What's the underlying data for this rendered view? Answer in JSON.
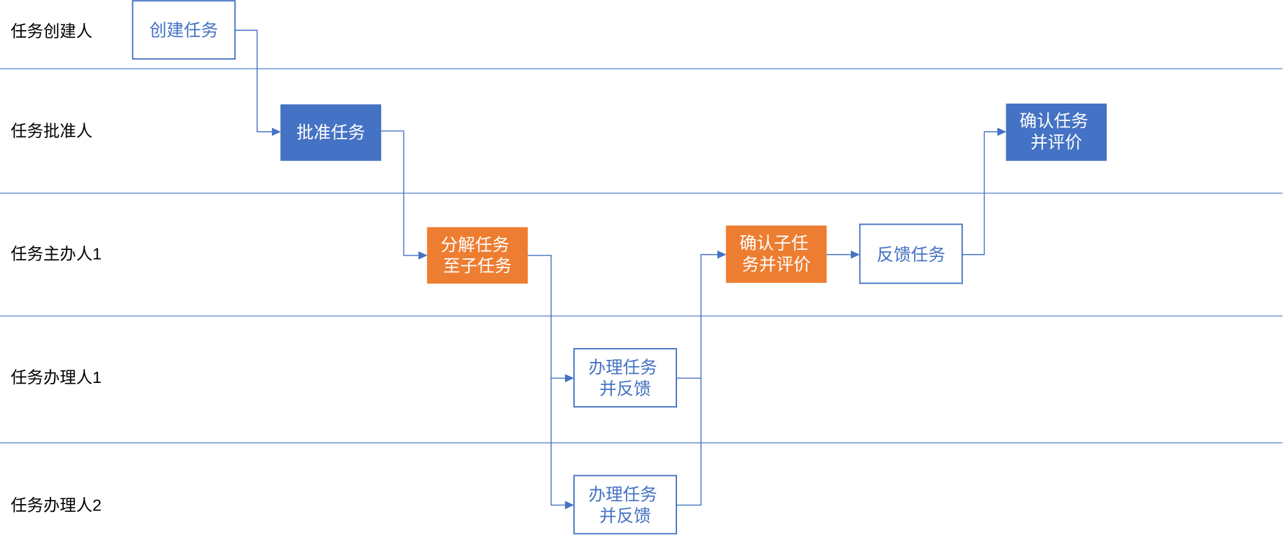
{
  "lanes": [
    {
      "label": "任务创建人"
    },
    {
      "label": "任务批准人"
    },
    {
      "label": "任务主办人1"
    },
    {
      "label": "任务办理人1"
    },
    {
      "label": "任务办理人2"
    }
  ],
  "nodes": {
    "create_task": {
      "lines": [
        "创建任务"
      ],
      "style": "outline"
    },
    "approve_task": {
      "lines": [
        "批准任务"
      ],
      "style": "filled-blue"
    },
    "split_task": {
      "lines": [
        "分解任务",
        "至子任务"
      ],
      "style": "filled-orange"
    },
    "handle_task_1": {
      "lines": [
        "办理任务",
        "并反馈"
      ],
      "style": "outline"
    },
    "handle_task_2": {
      "lines": [
        "办理任务",
        "并反馈"
      ],
      "style": "outline"
    },
    "confirm_subtask": {
      "lines": [
        "确认子任",
        "务并评价"
      ],
      "style": "filled-orange"
    },
    "feedback_task": {
      "lines": [
        "反馈任务"
      ],
      "style": "outline"
    },
    "confirm_task": {
      "lines": [
        "确认任务",
        "并评价"
      ],
      "style": "filled-blue"
    }
  },
  "colors": {
    "blue": "#4472C4",
    "orange": "#ED7D31",
    "lane_line": "#4472C4"
  }
}
